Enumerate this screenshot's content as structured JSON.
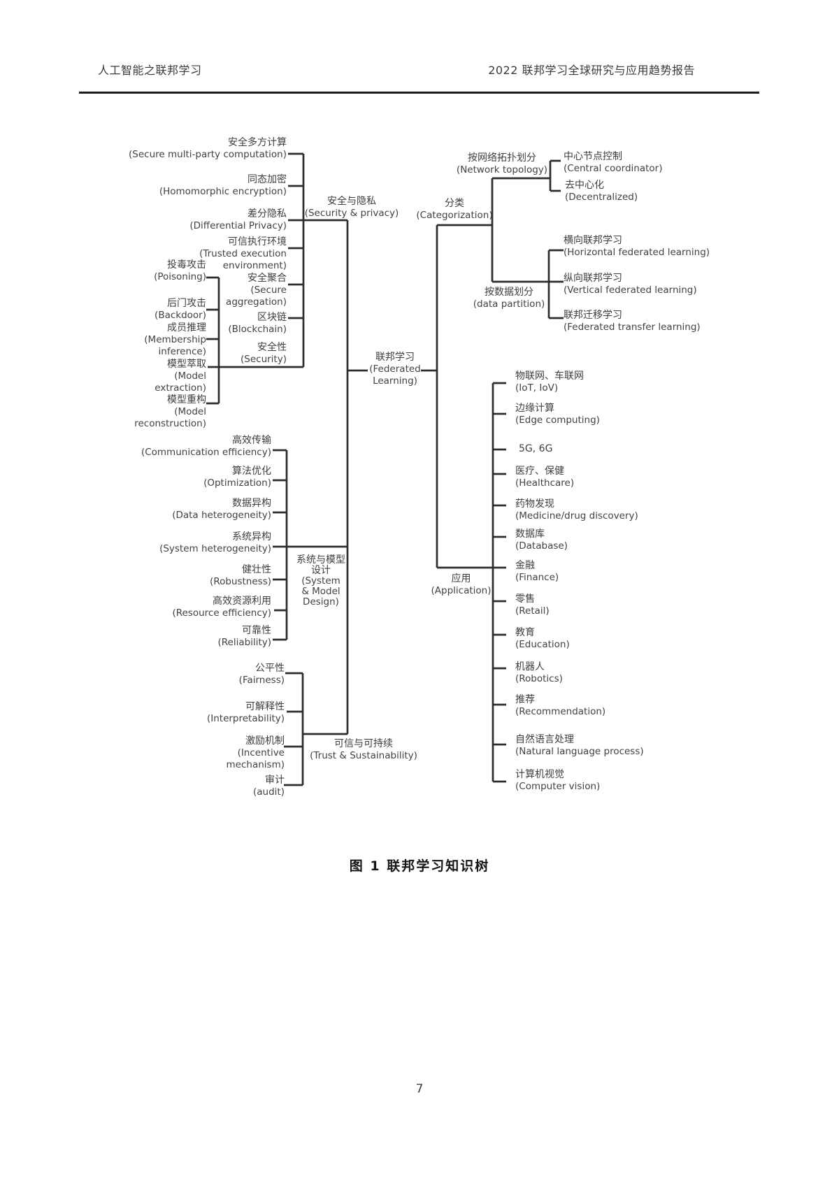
{
  "header": {
    "left": "人工智能之联邦学习",
    "right": "2022 联邦学习全球研究与应用趋势报告"
  },
  "caption": "图 1 联邦学习知识树",
  "page_number": "7",
  "nodes": {
    "root": {
      "zh": "联邦学习",
      "en": "(Federated Learning)"
    },
    "security": {
      "zh": "安全与隐私",
      "en": "(Security & privacy)"
    },
    "smpc": {
      "zh": "安全多方计算",
      "en": "(Secure multi-party computation)"
    },
    "he": {
      "zh": "同态加密",
      "en": "(Homomorphic encryption)"
    },
    "dp": {
      "zh": "差分隐私",
      "en": "(Differential Privacy)"
    },
    "tee": {
      "zh": "可信执行环境",
      "en": "(Trusted execution environment)"
    },
    "sa": {
      "zh": "安全聚合",
      "en": "(Secure aggregation)"
    },
    "blockchain": {
      "zh": "区块链",
      "en": "(Blockchain)"
    },
    "sec": {
      "zh": "安全性",
      "en": "(Security)"
    },
    "poisoning": {
      "zh": "投毒攻击",
      "en": "(Poisoning)"
    },
    "backdoor": {
      "zh": "后门攻击",
      "en": "(Backdoor)"
    },
    "membership": {
      "zh": "成员推理",
      "en": "(Membership inference)"
    },
    "extraction": {
      "zh": "模型萃取",
      "en": "(Model extraction)"
    },
    "reconstruction": {
      "zh": "模型重构",
      "en": "(Model reconstruction)"
    },
    "categorization": {
      "zh": "分类",
      "en": "(Categorization)"
    },
    "topology": {
      "zh": "按网络拓扑划分",
      "en": "(Network topology)"
    },
    "central": {
      "zh": "中心节点控制",
      "en": "(Central coordinator)"
    },
    "decentralized": {
      "zh": "去中心化",
      "en": "(Decentralized)"
    },
    "partition": {
      "zh": "按数据划分",
      "en": "(data partition)"
    },
    "hfl": {
      "zh": "横向联邦学习",
      "en": "(Horizontal federated learning)"
    },
    "vfl": {
      "zh": "纵向联邦学习",
      "en": "(Vertical federated learning)"
    },
    "ftl": {
      "zh": "联邦迁移学习",
      "en": "(Federated transfer learning)"
    },
    "sysdesign": {
      "zh": "系统与模型设计",
      "en": "(System & Model Design)"
    },
    "comm": {
      "zh": "高效传输",
      "en": "(Communication efficiency)"
    },
    "opt": {
      "zh": "算法优化",
      "en": "(Optimization)"
    },
    "datahet": {
      "zh": "数据异构",
      "en": "(Data heterogeneity)"
    },
    "syshet": {
      "zh": "系统异构",
      "en": "(System heterogeneity)"
    },
    "robust": {
      "zh": "健壮性",
      "en": "(Robustness)"
    },
    "resource": {
      "zh": "高效资源利用",
      "en": "(Resource efficiency)"
    },
    "reliability": {
      "zh": "可靠性",
      "en": "(Reliability)"
    },
    "trust": {
      "zh": "可信与可持续",
      "en": "(Trust & Sustainability)"
    },
    "fairness": {
      "zh": "公平性",
      "en": "(Fairness)"
    },
    "interp": {
      "zh": "可解释性",
      "en": "(Interpretability)"
    },
    "incentive": {
      "zh": "激励机制",
      "en": "(Incentive mechanism)"
    },
    "audit": {
      "zh": "审计",
      "en": "(audit)"
    },
    "application": {
      "zh": "应用",
      "en": "(Application)"
    },
    "iot": {
      "zh": "物联网、车联网",
      "en": "(IoT, IoV)"
    },
    "edge": {
      "zh": "边缘计算",
      "en": "(Edge computing)"
    },
    "g5g6": {
      "zh": "5G, 6G"
    },
    "healthcare": {
      "zh": "医疗、保健",
      "en": "(Healthcare)"
    },
    "drug": {
      "zh": "药物发现",
      "en": "(Medicine/drug discovery)"
    },
    "database": {
      "zh": "数据库",
      "en": "(Database)"
    },
    "finance": {
      "zh": "金融",
      "en": "(Finance)"
    },
    "retail": {
      "zh": "零售",
      "en": "(Retail)"
    },
    "education": {
      "zh": "教育",
      "en": "(Education)"
    },
    "robotics": {
      "zh": "机器人",
      "en": "(Robotics)"
    },
    "recommendation": {
      "zh": "推荐",
      "en": "(Recommendation)"
    },
    "nlp": {
      "zh": "自然语言处理",
      "en": "(Natural language process)"
    },
    "cv": {
      "zh": "计算机视觉",
      "en": "(Computer vision)"
    }
  }
}
